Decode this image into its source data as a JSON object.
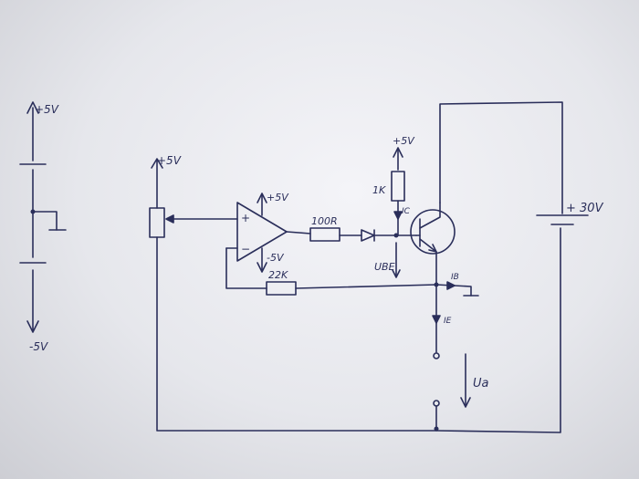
{
  "labels": {
    "left_supply_pos": "+5V",
    "left_supply_neg": "-5V",
    "pot_supply": "+5V",
    "opamp_pos_supply": "+5V",
    "opamp_neg_supply": "-5V",
    "opamp_plus": "+",
    "opamp_minus": "−",
    "r_series": "100R",
    "r_feedback": "22K",
    "r_collector_supply": "+5V",
    "r_collector": "1K",
    "current_c": "IC",
    "vbe": "UBE",
    "current_b": "IB",
    "current_e": "IE",
    "output_voltage": "Ua",
    "battery": "+ 30V"
  },
  "colors": {
    "ink": "#2a2e5a",
    "paper": "#eef0f4"
  }
}
